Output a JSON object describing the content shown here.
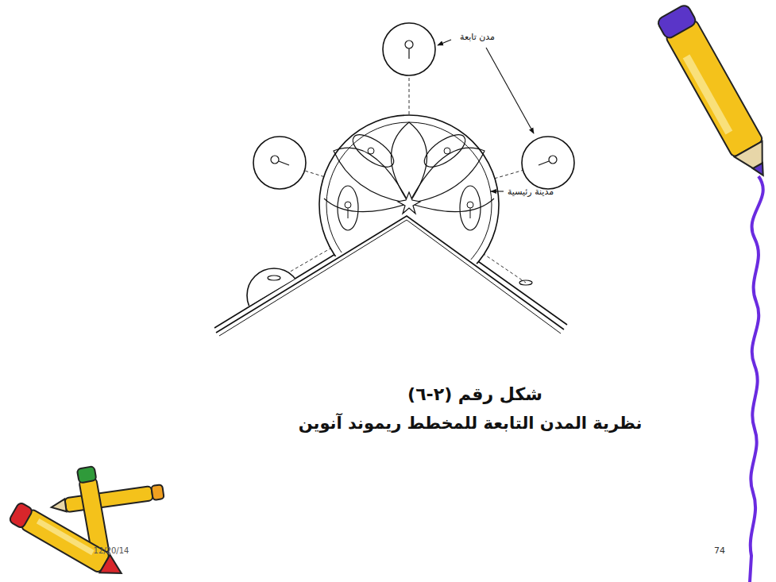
{
  "diagram": {
    "caption": "نظرية المدن التابعة للمخطط ريموند آنوين",
    "labels": [
      "مدن تابعة",
      "مدينة رئيسية",
      "شكل رقم (٢-٦)",
      "12/20/14",
      "74"
    ]
  }
}
